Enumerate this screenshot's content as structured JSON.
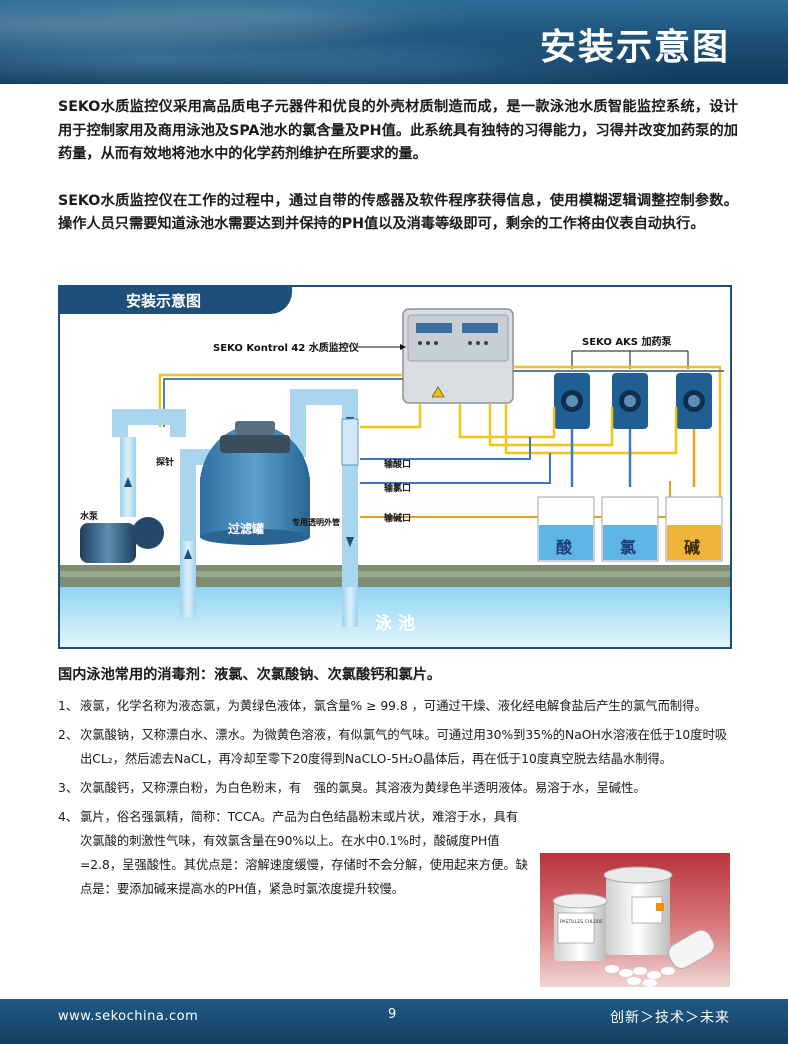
{
  "header": {
    "title": "安装示意图"
  },
  "intro": {
    "p1": "SEKO水质监控仪采用高品质电子元器件和优良的外壳材质制造而成，是一款泳池水质智能监控系统，设计用于控制家用及商用泳池及SPA池水的氯含量及PH值。此系统具有独特的习得能力，习得并改变加药泵的加药量，从而有效地将池水中的化学药剂维护在所要求的量。",
    "p2": "SEKO水质监控仪在工作的过程中，通过自带的传感器及软件程序获得信息，使用模糊逻辑调整控制参数。操作人员只需要知道泳池水需要达到并保持的PH值以及消毒等级即可，剩余的工作将由仪表自动执行。"
  },
  "diagram": {
    "tab_title": "安装示意图",
    "controller_label": "SEKO Kontrol 42 水质监控仪",
    "pump_label": "SEKO AKS 加药泵",
    "probe_label": "探针",
    "pump_water_label": "水泵",
    "filter_label": "过滤罐",
    "tube_label": "专用透明外管",
    "inlet_acid": "输酸口",
    "inlet_chlorine": "输氯口",
    "inlet_alkali": "输碱口",
    "tank_acid": "酸",
    "tank_chlorine": "氯",
    "tank_alkali": "碱",
    "pool_label": "泳 池"
  },
  "disinfectants": {
    "title": "国内泳池常用的消毒剂：液氯、次氯酸钠、次氯酸钙和氯片。",
    "items": [
      {
        "num": "1、",
        "text": "液氯，化学名称为液态氯，为黄绿色液体，氯含量% ≥ 99.8 ，可通过干燥、液化经电解食盐后产生的氯气而制得。"
      },
      {
        "num": "2、",
        "text": "次氯酸钠，又称漂白水、漂水。为微黄色溶液，有似氯气的气味。可通过用30%到35%的NaOH水溶液在低于10度时吸出CL₂，然后滤去NaCL，再冷却至零下20度得到NaCLO-5H₂O晶体后，再在低于10度真空脱去结晶水制得。"
      },
      {
        "num": "3、",
        "text": "次氯酸钙，又称漂白粉，为白色粉末，有　强的氯臭。其溶液为黄绿色半透明液体。易溶于水，呈碱性。"
      },
      {
        "num": "4、",
        "text": "氯片，俗名强氯精，简称：TCCA。产品为白色结晶粉末或片状，难溶于水，具有次氯酸的刺激性气味，有效氯含量在90%以上。在水中0.1%时，酸碱度PH值=2.8，呈强酸性。其优点是：溶解速度缓慢，存储时不会分解，使用起来方便。缺点是：要添加碱来提高水的PH值，紧急时氯浓度提升较慢。"
      }
    ]
  },
  "photo": {
    "bucket_label": "PASTILLES CHLORE"
  },
  "footer": {
    "url": "www.sekochina.com",
    "page": "9",
    "slogan": "创新＞技术＞未来"
  }
}
